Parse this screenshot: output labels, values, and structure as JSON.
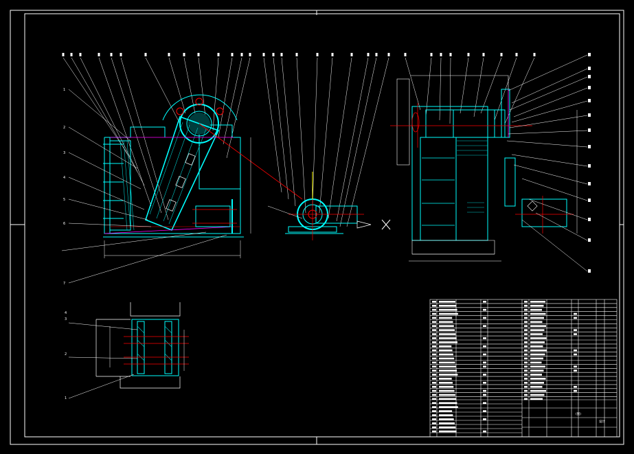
{
  "drawing": {
    "colors": {
      "background": "#000000",
      "frame": "#ffffff",
      "outline": "#00ffff",
      "centerline": "#ff0000",
      "hatch": "#00c8c8",
      "accent": "#ff00ff",
      "highlight": "#ffff00",
      "text": "#ffffff"
    },
    "title_block": {
      "cell_a": "(图)",
      "cell_b": "设计"
    },
    "callouts": {
      "side_left": [
        "1",
        "2",
        "3",
        "4",
        "5",
        "6",
        "7"
      ],
      "detail_left": [
        "4",
        "3",
        "2",
        "1"
      ]
    },
    "icons": [
      "symmetry-x-icon",
      "arrow-cone-icon"
    ]
  }
}
